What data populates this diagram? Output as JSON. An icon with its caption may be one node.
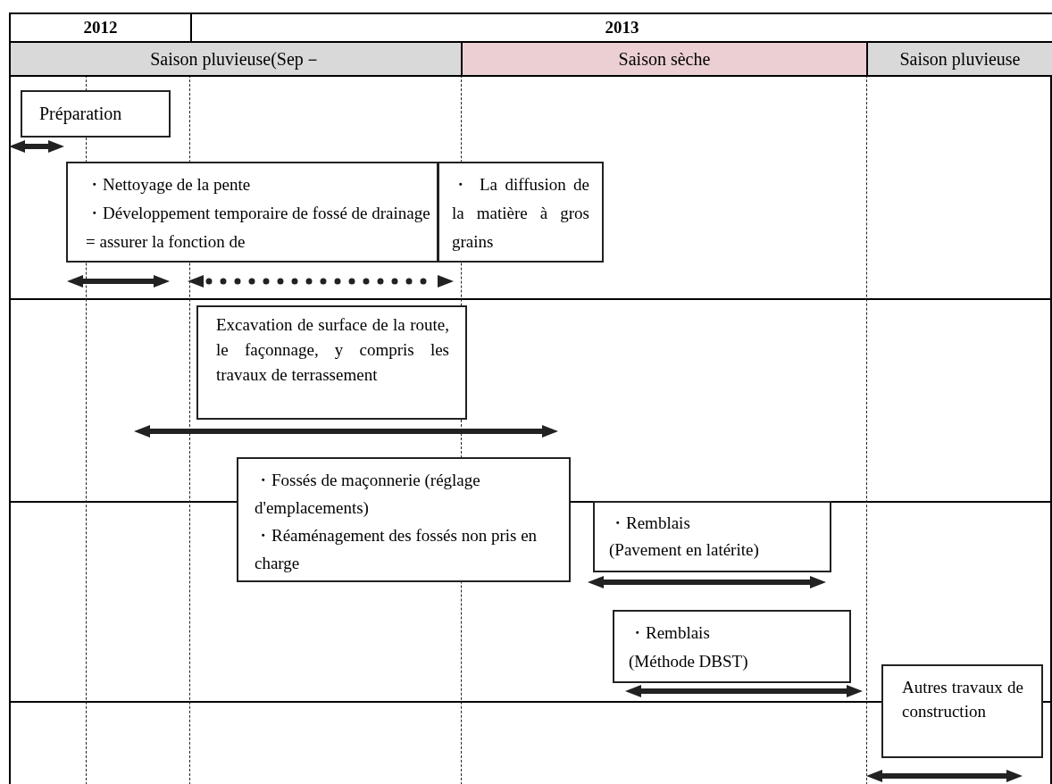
{
  "diagram": {
    "nodes": [
      {
        "text": [
          "Préparation"
        ]
      },
      {
        "text": [
          "・Nettoyage de la pente",
          "・Développement temporaire de fossé de drainage = assurer la fonction de"
        ]
      },
      {
        "text": [
          "・ La diffusion de la matière à gros grains"
        ]
      },
      {
        "text": [
          "Excavation de surface de la route, le façonnage, y compris les travaux de terrassement"
        ]
      },
      {
        "text": [
          "・Fossés de maçonnerie (réglage d'emplacements)",
          "・Réaménagement des fossés non pris en charge"
        ]
      },
      {
        "text": [
          "・Remblais",
          "(Pavement en latérite)"
        ]
      },
      {
        "text": [
          "・Remblais",
          "(Méthode DBST)"
        ]
      },
      {
        "text": [
          "Autres travaux de construction"
        ]
      }
    ],
    "labels": [
      "2012",
      "2013",
      "Saison pluvieuse(Sep－",
      "Saison sèche",
      "Saison pluvieuse"
    ]
  }
}
